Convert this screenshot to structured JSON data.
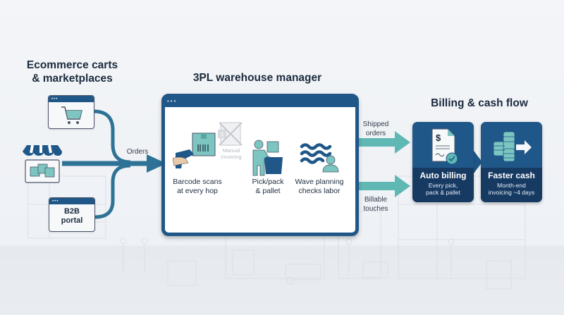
{
  "sections": {
    "sources": {
      "title_line1": "Ecommerce carts",
      "title_line2": "& marketplaces",
      "items": [
        {
          "name": "ecommerce-cart",
          "icon": "shopping-cart-icon"
        },
        {
          "name": "marketplace-store",
          "icon": "storefront-icon"
        },
        {
          "name": "b2b-portal",
          "label_line1": "B2B",
          "label_line2": "portal"
        }
      ],
      "flow_label": "Orders"
    },
    "warehouse": {
      "title": "3PL warehouse manager",
      "window_dots": "•••",
      "features": [
        {
          "icon": "barcode-scanner-icon",
          "line1": "Barcode scans",
          "line2": "at every hop"
        },
        {
          "icon": "crossed-spreadsheet-icon",
          "line1": "Manual",
          "line2": "invoicing",
          "deprecated": true
        },
        {
          "icon": "worker-with-box-icon",
          "line1": "Pick/pack",
          "line2": "& pallet"
        },
        {
          "icon": "wave-planning-icon",
          "line1": "Wave planning",
          "line2": "checks labor"
        }
      ]
    },
    "billing": {
      "title": "Billing & cash flow",
      "flow_labels": [
        {
          "line1": "Shipped",
          "line2": "orders"
        },
        {
          "line1": "Billable",
          "line2": "touches"
        }
      ],
      "cards": [
        {
          "icon": "invoice-check-icon",
          "title": "Auto billing",
          "sub_line1": "Every pick,",
          "sub_line2": "pack & pallet"
        },
        {
          "icon": "coins-arrow-icon",
          "title": "Faster cash",
          "sub_line1": "Month-end",
          "sub_line2": "invoicing ~4 days"
        }
      ]
    }
  },
  "colors": {
    "navy": "#1f5789",
    "dark_navy": "#173a63",
    "teal": "#5fb8b4",
    "flow_blue": "#2e7296"
  }
}
